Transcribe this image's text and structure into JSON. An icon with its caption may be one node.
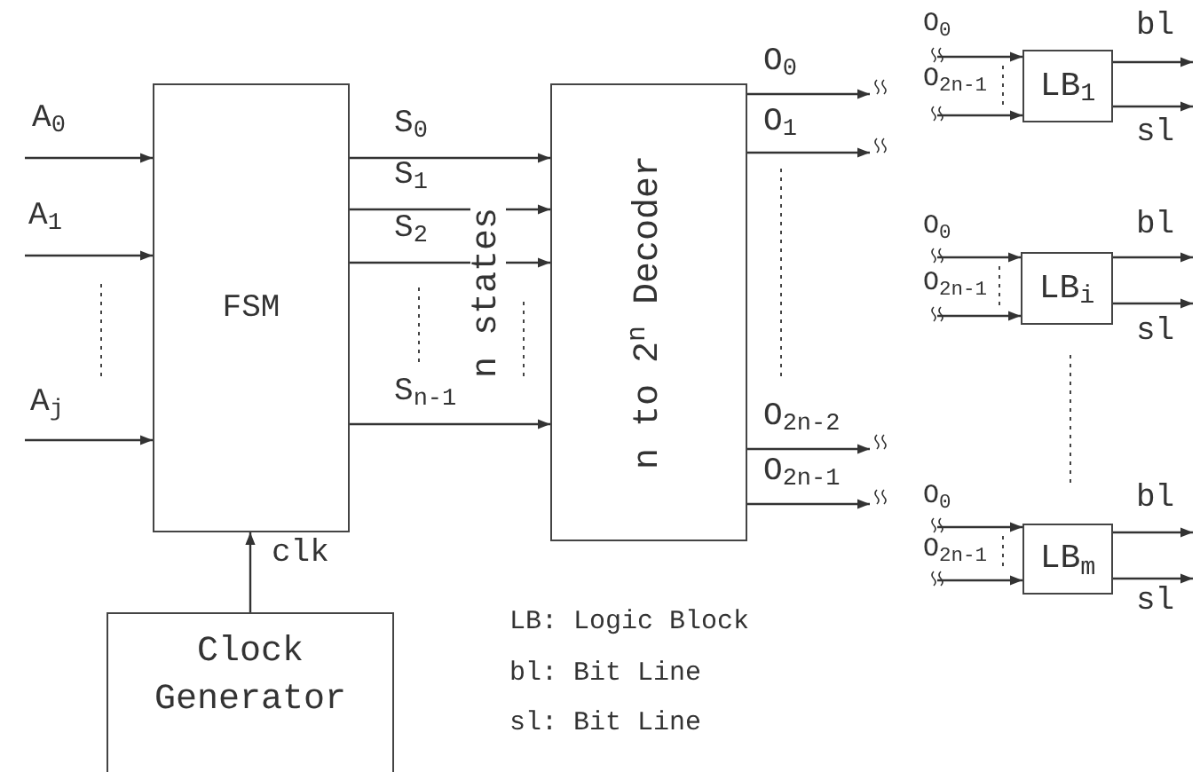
{
  "diagram": {
    "nodes": [
      {
        "text": [
          "FSM"
        ]
      },
      {
        "text": [
          "n to 2$^{n}$ Decoder"
        ]
      },
      {
        "text": [
          "Clock Generator"
        ]
      },
      {
        "text": [
          "LB$_{1}$"
        ]
      },
      {
        "text": [
          "LB$_{i}$"
        ]
      },
      {
        "text": [
          "LB$_{m}$"
        ]
      }
    ],
    "edges": [
      {
        "from": null,
        "to": 0,
        "arrow": "to",
        "label": "A$_{0}$"
      },
      {
        "from": null,
        "to": 0,
        "arrow": "to",
        "label": "A$_{1}$"
      },
      {
        "from": null,
        "to": 0,
        "arrow": "to",
        "label": "A$_{j}$"
      },
      {
        "from": 0,
        "to": 1,
        "arrow": "to",
        "label": "S$_{0}$"
      },
      {
        "from": 0,
        "to": 1,
        "arrow": "to",
        "label": "S$_{1}$"
      },
      {
        "from": 0,
        "to": 1,
        "arrow": "to",
        "label": "S$_{2}$"
      },
      {
        "from": 0,
        "to": 1,
        "arrow": "to",
        "label": "S$_{n-1}$"
      },
      {
        "from": 1,
        "to": null,
        "arrow": "to",
        "label": "O$_{0}$"
      },
      {
        "from": 1,
        "to": null,
        "arrow": "to",
        "label": "O$_{1}$"
      },
      {
        "from": 1,
        "to": null,
        "arrow": "to",
        "label": "O$_{2n-2}$"
      },
      {
        "from": 1,
        "to": null,
        "arrow": "to",
        "label": "O$_{2n-1}$"
      },
      {
        "from": 2,
        "to": 0,
        "arrow": "to",
        "label": "clk"
      },
      {
        "from": null,
        "to": 3,
        "arrow": "to",
        "label": "O$_{0}$"
      },
      {
        "from": null,
        "to": 3,
        "arrow": "to",
        "label": "O$_{2n-1}$"
      },
      {
        "from": 3,
        "to": null,
        "arrow": "to",
        "label": "bl"
      },
      {
        "from": 3,
        "to": null,
        "arrow": "to",
        "label": "sl"
      },
      {
        "from": null,
        "to": 4,
        "arrow": "to",
        "label": "O$_{0}$"
      },
      {
        "from": null,
        "to": 4,
        "arrow": "to",
        "label": "O$_{2n-1}$"
      },
      {
        "from": 4,
        "to": null,
        "arrow": "to",
        "label": "bl"
      },
      {
        "from": 4,
        "to": null,
        "arrow": "to",
        "label": "sl"
      },
      {
        "from": null,
        "to": 5,
        "arrow": "to",
        "label": "O$_{0}$"
      },
      {
        "from": null,
        "to": 5,
        "arrow": "to",
        "label": "O$_{2n-1}$"
      },
      {
        "from": 5,
        "to": null,
        "arrow": "to",
        "label": "bl"
      },
      {
        "from": 5,
        "to": null,
        "arrow": "to",
        "label": "sl"
      }
    ],
    "labels": [
      "n states",
      "LB: Logic Block",
      "bl: Bit Line",
      "sl: Bit Line"
    ]
  }
}
